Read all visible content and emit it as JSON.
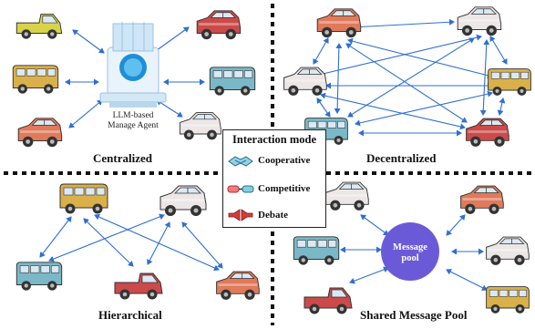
{
  "quadrants": {
    "centralized": "Centralized",
    "decentralized": "Decentralized",
    "hierarchical": "Hierarchical",
    "shared_pool": "Shared Message Pool"
  },
  "manager_label_line1": "LLM-based",
  "manager_label_line2": "Manage  Agent",
  "interaction": {
    "title": "Interaction mode",
    "cooperative": "Cooperative",
    "competitive": "Competitive",
    "debate": "Debate"
  },
  "message_pool_line1": "Message",
  "message_pool_line2": "pool",
  "colors": {
    "arrow": "#2f6fd0",
    "yellow_car": "#d8d44a",
    "bus": "#d9b04a",
    "red_car": "#cc4a4a",
    "salmon_car": "#e07a5a",
    "teal_car": "#7ab8c8",
    "white_car": "#ece6e6",
    "pool": "#6b5ad8",
    "divider": "#111111"
  },
  "icons": [
    "robot-manager-icon",
    "handshake-icon",
    "competition-icon",
    "megaphone-icon"
  ]
}
